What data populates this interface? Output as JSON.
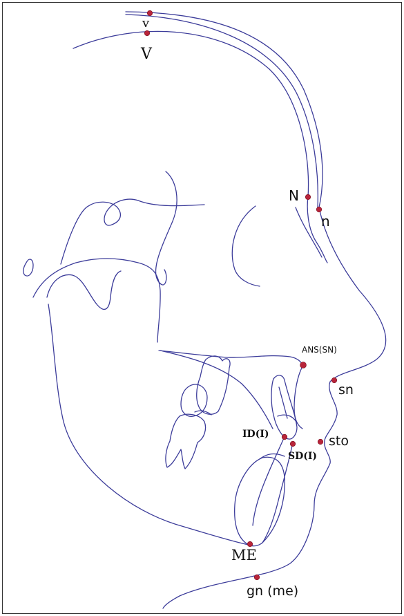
{
  "colors": {
    "trace": "#3c3c9a",
    "landmark": "#b8243a",
    "frame": "#333333"
  },
  "landmarks": {
    "v": {
      "label": "v"
    },
    "V": {
      "label": "V"
    },
    "N": {
      "label": "N"
    },
    "n": {
      "label": "n"
    },
    "ANS": {
      "label": "ANS(SN)"
    },
    "sn": {
      "label": "sn"
    },
    "ID": {
      "label": "ID(I)"
    },
    "SD": {
      "label": "SD(I)"
    },
    "sto": {
      "label": "sto"
    },
    "ME": {
      "label": "ME"
    },
    "gn": {
      "label": "gn (me)"
    }
  }
}
